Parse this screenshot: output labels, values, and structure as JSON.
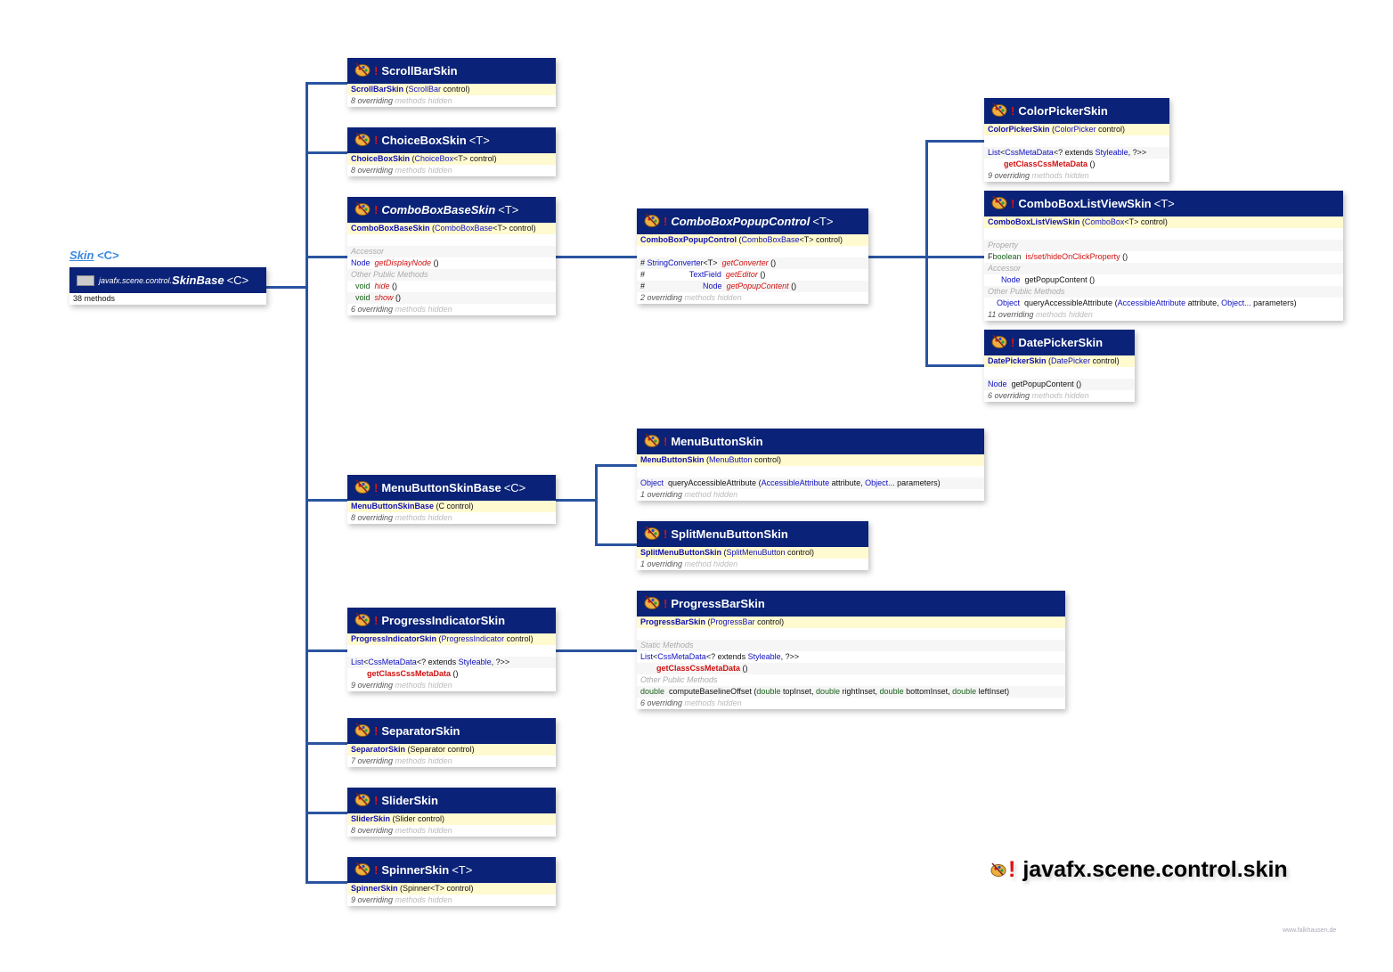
{
  "root": {
    "link": "Skin",
    "link_generic": "<C>",
    "package": "javafx.scene.control.",
    "name": "SkinBase",
    "generic": "<C>",
    "methods": "38 methods"
  },
  "package_title": {
    "bang": "!",
    "name": "javafx.scene.control.skin"
  },
  "watermark": "www.falkhausen.de",
  "colors": {
    "header": "#0a2277",
    "connector": "#2a54a0",
    "ctor_bg": "#fffad0",
    "bang": "#e01010"
  },
  "boxes": [
    {
      "id": "scrollbar",
      "name": "ScrollBarSkin",
      "generic": "",
      "abstract": false,
      "ctor": [
        [
          "ScrollBarSkin",
          "cb"
        ],
        [
          " (",
          "p"
        ],
        [
          "ScrollBar",
          "k"
        ],
        [
          " control)",
          "p"
        ]
      ],
      "rows": [],
      "footer": [
        "8 overriding",
        " methods hidden"
      ]
    },
    {
      "id": "choicebox",
      "name": "ChoiceBoxSkin",
      "generic": "<T>",
      "abstract": false,
      "ctor": [
        [
          "ChoiceBoxSkin",
          "cb"
        ],
        [
          " (",
          "p"
        ],
        [
          "ChoiceBox",
          "k"
        ],
        [
          "<T> control)",
          "p"
        ]
      ],
      "rows": [],
      "footer": [
        "8 overriding",
        " methods hidden"
      ]
    },
    {
      "id": "comboboxbase",
      "name": "ComboBoxBaseSkin",
      "generic": "<T>",
      "abstract": true,
      "ctor": [
        [
          "ComboBoxBaseSkin",
          "cb"
        ],
        [
          " (",
          "p"
        ],
        [
          "ComboBoxBase",
          "k"
        ],
        [
          "<T> control)",
          "p"
        ]
      ],
      "rows": [
        [],
        [
          [
            "Accessor",
            "s"
          ]
        ],
        [
          [
            "Node",
            "k"
          ],
          [
            "  ",
            "p"
          ],
          [
            "getDisplayNode",
            "r"
          ],
          [
            " ()",
            "p"
          ]
        ],
        [
          [
            "Other Public Methods",
            "s"
          ]
        ],
        [
          [
            "  void",
            "g"
          ],
          [
            "  ",
            "p"
          ],
          [
            "hide",
            "r"
          ],
          [
            " ()",
            "p"
          ]
        ],
        [
          [
            "  void",
            "g"
          ],
          [
            "  ",
            "p"
          ],
          [
            "show",
            "r"
          ],
          [
            " ()",
            "p"
          ]
        ]
      ],
      "footer": [
        "6 overriding",
        " methods hidden"
      ]
    },
    {
      "id": "popup",
      "name": "ComboBoxPopupControl",
      "generic": "<T>",
      "abstract": true,
      "ctor": [
        [
          "ComboBoxPopupControl",
          "cb"
        ],
        [
          " (",
          "p"
        ],
        [
          "ComboBoxBase",
          "k"
        ],
        [
          "<T> control)",
          "p"
        ]
      ],
      "rows": [
        [],
        [
          [
            "# ",
            "p"
          ],
          [
            "StringConverter",
            "k"
          ],
          [
            "<T>  ",
            "p"
          ],
          [
            "getConverter",
            "r"
          ],
          [
            " ()",
            "p"
          ]
        ],
        [
          [
            "#                    ",
            "p"
          ],
          [
            "TextField",
            "k"
          ],
          [
            "  ",
            "p"
          ],
          [
            "getEditor",
            "r"
          ],
          [
            " ()",
            "p"
          ]
        ],
        [
          [
            "#                          ",
            "p"
          ],
          [
            "Node",
            "k"
          ],
          [
            "  ",
            "p"
          ],
          [
            "getPopupContent",
            "r"
          ],
          [
            " ()",
            "p"
          ]
        ]
      ],
      "footer": [
        "2 overriding",
        " methods hidden"
      ]
    },
    {
      "id": "colorpicker",
      "name": "ColorPickerSkin",
      "generic": "",
      "abstract": false,
      "ctor": [
        [
          "ColorPickerSkin",
          "cb"
        ],
        [
          " (",
          "p"
        ],
        [
          "ColorPicker",
          "k"
        ],
        [
          " control)",
          "p"
        ]
      ],
      "rows": [
        [],
        [
          [
            "List",
            "k"
          ],
          [
            "<",
            "p"
          ],
          [
            "CssMetaData",
            "k"
          ],
          [
            "<? extends ",
            "p"
          ],
          [
            "Styleable",
            "k"
          ],
          [
            ", ?>>",
            "p"
          ]
        ],
        [
          [
            "getClassCssMetaData",
            "rb",
            "cont"
          ],
          [
            " ()",
            "p"
          ]
        ]
      ],
      "footer": [
        "9 overriding",
        " methods hidden"
      ]
    },
    {
      "id": "listview",
      "name": "ComboBoxListViewSkin",
      "generic": "<T>",
      "abstract": false,
      "ctor": [
        [
          "ComboBoxListViewSkin",
          "cb"
        ],
        [
          " (",
          "p"
        ],
        [
          "ComboBox",
          "k"
        ],
        [
          "<T> control)",
          "p"
        ]
      ],
      "rows": [
        [],
        [
          [
            "Property",
            "s"
          ]
        ],
        [
          [
            "F",
            "p"
          ],
          [
            "boolean",
            "g"
          ],
          [
            "  ",
            "p"
          ],
          [
            "is/set/hideOnClickProperty",
            "r2"
          ],
          [
            " ()",
            "p"
          ]
        ],
        [
          [
            "Accessor",
            "s"
          ]
        ],
        [
          [
            "      Node",
            "k"
          ],
          [
            "  getPopupContent ()",
            "p"
          ]
        ],
        [
          [
            "Other Public Methods",
            "s"
          ]
        ],
        [
          [
            "    Object",
            "k"
          ],
          [
            "  queryAccessibleAttribute (",
            "p"
          ],
          [
            "AccessibleAttribute",
            "k"
          ],
          [
            " attribute, ",
            "p"
          ],
          [
            "Object...",
            "k"
          ],
          [
            " parameters)",
            "p"
          ]
        ]
      ],
      "footer": [
        "11 overriding",
        " methods hidden"
      ]
    },
    {
      "id": "datepicker",
      "name": "DatePickerSkin",
      "generic": "",
      "abstract": false,
      "ctor": [
        [
          "DatePickerSkin",
          "cb"
        ],
        [
          " (",
          "p"
        ],
        [
          "DatePicker",
          "k"
        ],
        [
          " control)",
          "p"
        ]
      ],
      "rows": [
        [],
        [
          [
            "Node",
            "k"
          ],
          [
            "  getPopupContent ()",
            "p"
          ]
        ]
      ],
      "footer": [
        "6 overriding",
        " methods hidden"
      ]
    },
    {
      "id": "menubuttonbase",
      "name": "MenuButtonSkinBase",
      "generic": "<C>",
      "abstract": false,
      "ctor": [
        [
          "MenuButtonSkinBase",
          "cb"
        ],
        [
          " (C control)",
          "p"
        ]
      ],
      "rows": [],
      "footer": [
        "8 overriding",
        " methods hidden"
      ]
    },
    {
      "id": "menubutton",
      "name": "MenuButtonSkin",
      "generic": "",
      "abstract": false,
      "ctor": [
        [
          "MenuButtonSkin",
          "cb"
        ],
        [
          " (",
          "p"
        ],
        [
          "MenuButton",
          "k"
        ],
        [
          " control)",
          "p"
        ]
      ],
      "rows": [
        [],
        [
          [
            "Object",
            "k"
          ],
          [
            "  queryAccessibleAttribute (",
            "p"
          ],
          [
            "AccessibleAttribute",
            "k"
          ],
          [
            " attribute, ",
            "p"
          ],
          [
            "Object...",
            "k"
          ],
          [
            " parameters)",
            "p"
          ]
        ]
      ],
      "footer": [
        "1 overriding",
        " method hidden"
      ]
    },
    {
      "id": "splitmenu",
      "name": "SplitMenuButtonSkin",
      "generic": "",
      "abstract": false,
      "ctor": [
        [
          "SplitMenuButtonSkin",
          "cb"
        ],
        [
          " (",
          "p"
        ],
        [
          "SplitMenuButton",
          "k"
        ],
        [
          " control)",
          "p"
        ]
      ],
      "rows": [],
      "footer": [
        "1 overriding",
        " method hidden"
      ]
    },
    {
      "id": "progressind",
      "name": "ProgressIndicatorSkin",
      "generic": "",
      "abstract": false,
      "ctor": [
        [
          "ProgressIndicatorSkin",
          "cb"
        ],
        [
          " (",
          "p"
        ],
        [
          "ProgressIndicator",
          "k"
        ],
        [
          " control)",
          "p"
        ]
      ],
      "rows": [
        [],
        [
          [
            "List",
            "k"
          ],
          [
            "<",
            "p"
          ],
          [
            "CssMetaData",
            "k"
          ],
          [
            "<? extends ",
            "p"
          ],
          [
            "Styleable",
            "k"
          ],
          [
            ", ?>>",
            "p"
          ]
        ],
        [
          [
            "getClassCssMetaData",
            "rb",
            "cont"
          ],
          [
            " ()",
            "p"
          ]
        ]
      ],
      "footer": [
        "9 overriding",
        " methods hidden"
      ]
    },
    {
      "id": "progressbar",
      "name": "ProgressBarSkin",
      "generic": "",
      "abstract": false,
      "ctor": [
        [
          "ProgressBarSkin",
          "cb"
        ],
        [
          " (",
          "p"
        ],
        [
          "ProgressBar",
          "k"
        ],
        [
          " control)",
          "p"
        ]
      ],
      "rows": [
        [],
        [
          [
            "Static Methods",
            "s"
          ]
        ],
        [
          [
            "List",
            "k"
          ],
          [
            "<",
            "p"
          ],
          [
            "CssMetaData",
            "k"
          ],
          [
            "<? extends ",
            "p"
          ],
          [
            "Styleable",
            "k"
          ],
          [
            ", ?>>",
            "p"
          ]
        ],
        [
          [
            "getClassCssMetaData",
            "rb",
            "cont"
          ],
          [
            " ()",
            "p"
          ]
        ],
        [
          [
            "Other Public Methods",
            "s"
          ]
        ],
        [
          [
            "double",
            "g"
          ],
          [
            "  computeBaselineOffset (",
            "p"
          ],
          [
            "double",
            "g"
          ],
          [
            " topInset, ",
            "p"
          ],
          [
            "double",
            "g"
          ],
          [
            " rightInset, ",
            "p"
          ],
          [
            "double",
            "g"
          ],
          [
            " bottomInset, ",
            "p"
          ],
          [
            "double",
            "g"
          ],
          [
            " leftInset)",
            "p"
          ]
        ]
      ],
      "footer": [
        "6 overriding",
        " methods hidden"
      ]
    },
    {
      "id": "separator",
      "name": "SeparatorSkin",
      "generic": "",
      "abstract": false,
      "ctor": [
        [
          "SeparatorSkin",
          "cb"
        ],
        [
          " (Separator control)",
          "p"
        ]
      ],
      "rows": [],
      "footer": [
        "7 overriding",
        " methods hidden"
      ]
    },
    {
      "id": "slider",
      "name": "SliderSkin",
      "generic": "",
      "abstract": false,
      "ctor": [
        [
          "SliderSkin",
          "cb"
        ],
        [
          " (Slider control)",
          "p"
        ]
      ],
      "rows": [],
      "footer": [
        "8 overriding",
        " methods hidden"
      ]
    },
    {
      "id": "spinner",
      "name": "SpinnerSkin",
      "generic": "<T>",
      "abstract": false,
      "ctor": [
        [
          "SpinnerSkin",
          "cb"
        ],
        [
          " (Spinner<T> control)",
          "p"
        ]
      ],
      "rows": [],
      "footer": [
        "9 overriding",
        " methods hidden"
      ]
    }
  ]
}
